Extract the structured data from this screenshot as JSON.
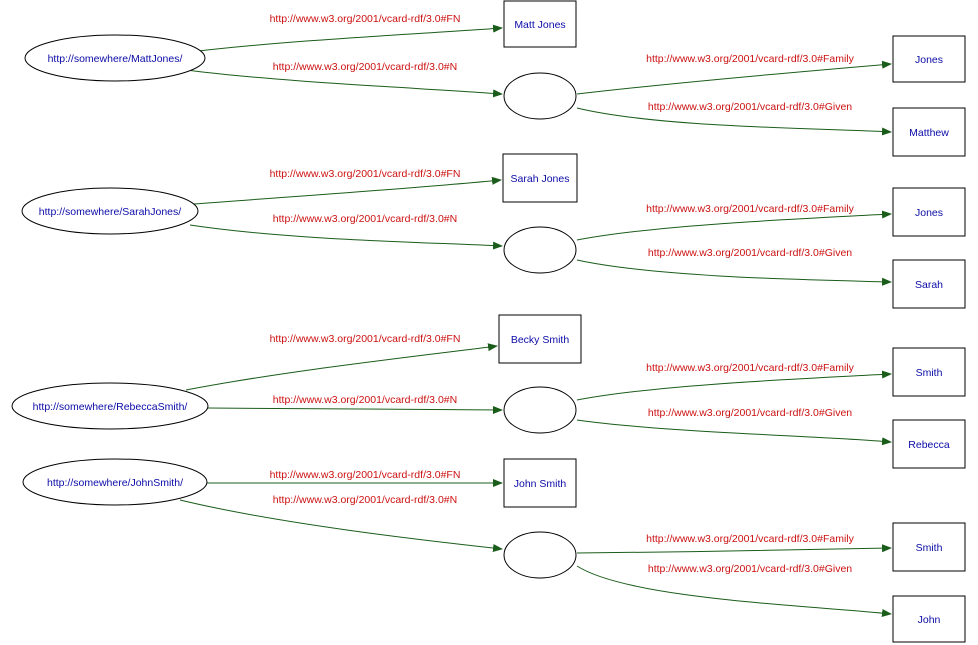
{
  "colors": {
    "edge": "#1a5c1a",
    "edge_label": "#cc1111",
    "node_label": "#0b0ba8",
    "node_border": "#000000"
  },
  "predicates": {
    "fn": "http://www.w3.org/2001/vcard-rdf/3.0#FN",
    "n": "http://www.w3.org/2001/vcard-rdf/3.0#N",
    "family": "http://www.w3.org/2001/vcard-rdf/3.0#Family",
    "given": "http://www.w3.org/2001/vcard-rdf/3.0#Given"
  },
  "groups": [
    {
      "subject": "http://somewhere/MattJones/",
      "full_name": "Matt Jones",
      "family": "Jones",
      "given": "Matthew"
    },
    {
      "subject": "http://somewhere/SarahJones/",
      "full_name": "Sarah Jones",
      "family": "Jones",
      "given": "Sarah"
    },
    {
      "subject": "http://somewhere/RebeccaSmith/",
      "full_name": "Becky Smith",
      "family": "Smith",
      "given": "Rebecca"
    },
    {
      "subject": "http://somewhere/JohnSmith/",
      "full_name": "John Smith",
      "family": "Smith",
      "given": "John"
    }
  ]
}
